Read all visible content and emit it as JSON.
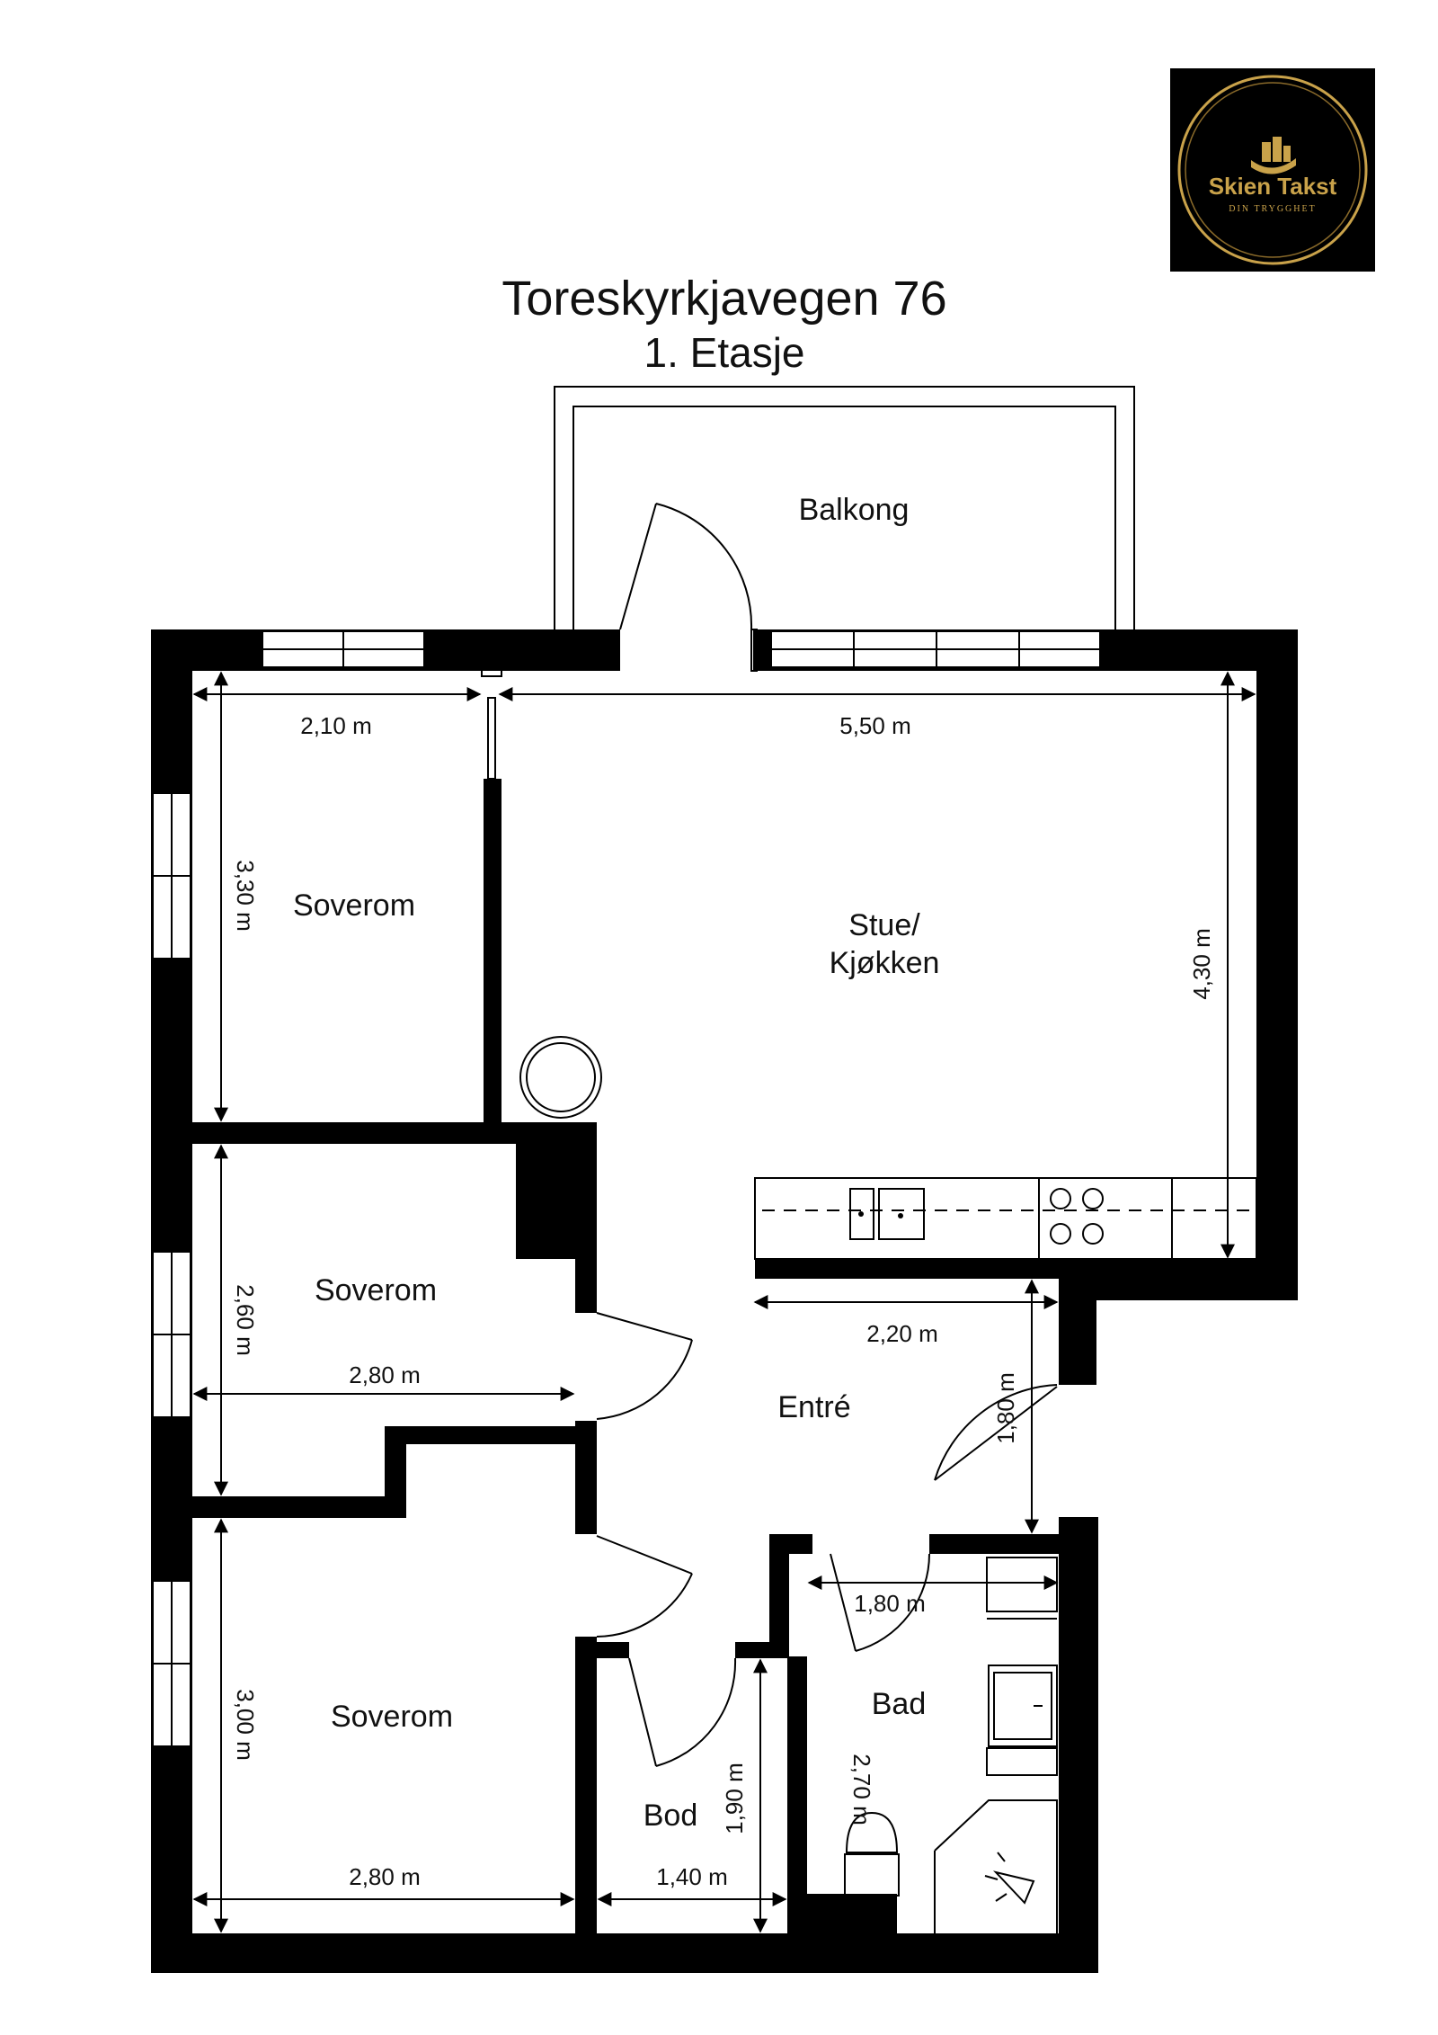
{
  "header": {
    "address": "Toreskyrkjavegen 76",
    "floor": "1. Etasje"
  },
  "logo": {
    "name": "Skien Takst",
    "tagline": "DIN TRYGGHET",
    "accent_color": "#c9a24a",
    "background_color": "#000000"
  },
  "rooms": {
    "balcony": "Balkong",
    "bedroom_top": "Soverom",
    "living_line1": "Stue/",
    "living_line2": "Kjøkken",
    "bedroom_middle": "Soverom",
    "entry": "Entré",
    "bedroom_bottom": "Soverom",
    "storage": "Bod",
    "bathroom": "Bad"
  },
  "dimensions": {
    "bedroom_top_width": "2,10 m",
    "bedroom_top_depth": "3,30 m",
    "living_width": "5,50 m",
    "living_depth": "4,30 m",
    "bedroom_middle_depth": "2,60 m",
    "bedroom_middle_width": "2,80 m",
    "entry_width": "2,20 m",
    "entry_depth": "1,80 m",
    "bathroom_width": "1,80 m",
    "bathroom_depth": "2,70 m",
    "bedroom_bottom_depth": "3,00 m",
    "bedroom_bottom_width": "2,80 m",
    "storage_depth": "1,90 m",
    "storage_width": "1,40 m"
  }
}
